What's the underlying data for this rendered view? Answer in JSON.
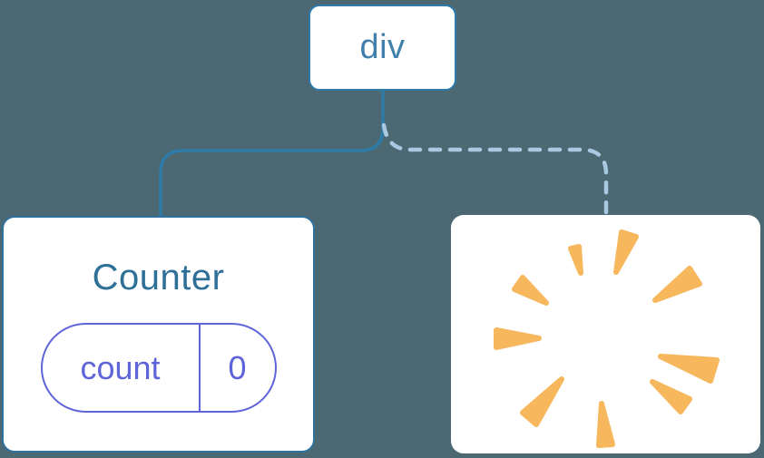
{
  "colors": {
    "background": "#4C6872",
    "node-fill": "#FFFFFF",
    "root-border": "#2E7BAB",
    "root-text": "#4180AC",
    "counter-border": "#2F719E",
    "counter-text": "#2E7097",
    "pill-accent": "#5F64D8",
    "solid-edge": "#2E7BA8",
    "dashed-edge": "#A9C9E2",
    "poof-orange": "#F7B75C"
  },
  "diagram": {
    "root_node": {
      "label": "div"
    },
    "counter_node": {
      "title": "Counter",
      "state_pill": {
        "key": "count",
        "value": "0"
      }
    },
    "removed_node": {
      "icon": "poof-starburst-icon"
    },
    "edges": {
      "to_counter": "solid",
      "to_removed": "dashed"
    }
  }
}
